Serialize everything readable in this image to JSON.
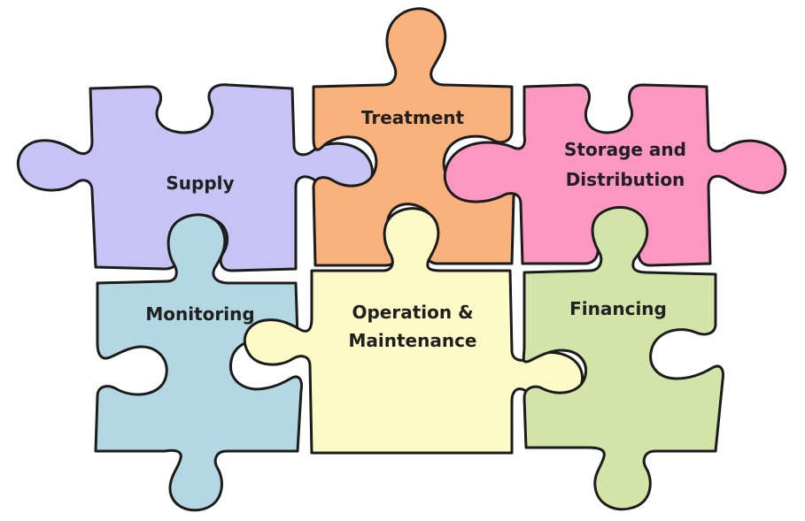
{
  "diagram": {
    "pieces": [
      {
        "id": "supply",
        "lines": [
          "Supply"
        ],
        "color": "#c8c3f5"
      },
      {
        "id": "treatment",
        "lines": [
          "Treatment"
        ],
        "color": "#f9b27c"
      },
      {
        "id": "storage-distribution",
        "lines": [
          "Storage and",
          "Distribution"
        ],
        "color": "#fb97c1"
      },
      {
        "id": "monitoring",
        "lines": [
          "Monitoring"
        ],
        "color": "#b4d8e3"
      },
      {
        "id": "operation-maintenance",
        "lines": [
          "Operation &",
          "Maintenance"
        ],
        "color": "#fdfac8"
      },
      {
        "id": "financing",
        "lines": [
          "Financing"
        ],
        "color": "#d2e4a8"
      }
    ]
  }
}
